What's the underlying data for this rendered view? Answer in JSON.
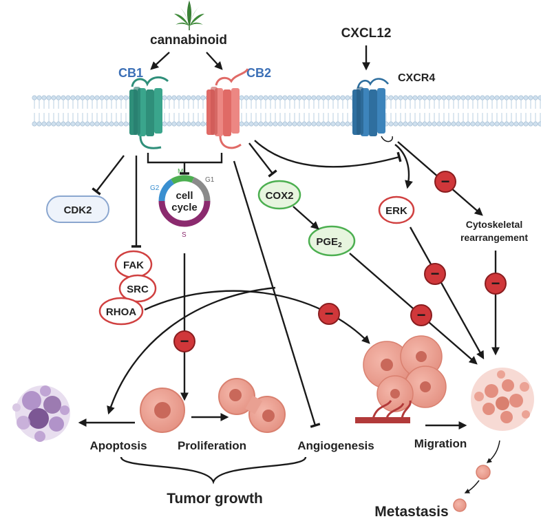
{
  "labels": {
    "cannabinoid": "cannabinoid",
    "cb1": "CB1",
    "cb2": "CB2",
    "cxcl12": "CXCL12",
    "cxcr4": "CXCR4",
    "cdk2": "CDK2",
    "cell_cycle_line1": "cell",
    "cell_cycle_line2": "cycle",
    "phase_m": "M",
    "phase_g1": "G1",
    "phase_g2": "G2",
    "phase_s": "S",
    "cox2": "COX2",
    "pge2_main": "PGE",
    "pge2_sub": "2",
    "erk": "ERK",
    "cytoskeletal_line1": "Cytoskeletal",
    "cytoskeletal_line2": "rearrangement",
    "fak": "FAK",
    "src": "SRC",
    "rhoa": "RHOA",
    "apoptosis": "Apoptosis",
    "proliferation": "Proliferation",
    "angiogenesis": "Angiogenesis",
    "migration": "Migration",
    "tumor_growth": "Tumor growth",
    "metastasis": "Metastasis",
    "inhibit_symbol": "−"
  },
  "colors": {
    "cb1": "#2f8f7a",
    "cb2": "#e06a66",
    "cxcr4": "#2f6f9f",
    "cdk2_fill": "#eef3fb",
    "cdk2_stroke": "#8aa6cf",
    "green_fill": "#e7f5df",
    "green_stroke": "#4caf50",
    "red_outline": "#d04040",
    "inhibit_fill": "#d0373a",
    "cell_cycle_m": "#4caf50",
    "cell_cycle_g1": "#8a8a8a",
    "cell_cycle_g2": "#3a8fd0",
    "cell_cycle_s": "#8b2a6e",
    "text_blue": "#3b6fb6",
    "tumor": "#e89a8c",
    "tumor_dark": "#c9685a",
    "apoptotic": "#8e6aa6",
    "vessel": "#b23a3a"
  },
  "icons": [
    "cannabis-leaf-icon"
  ]
}
